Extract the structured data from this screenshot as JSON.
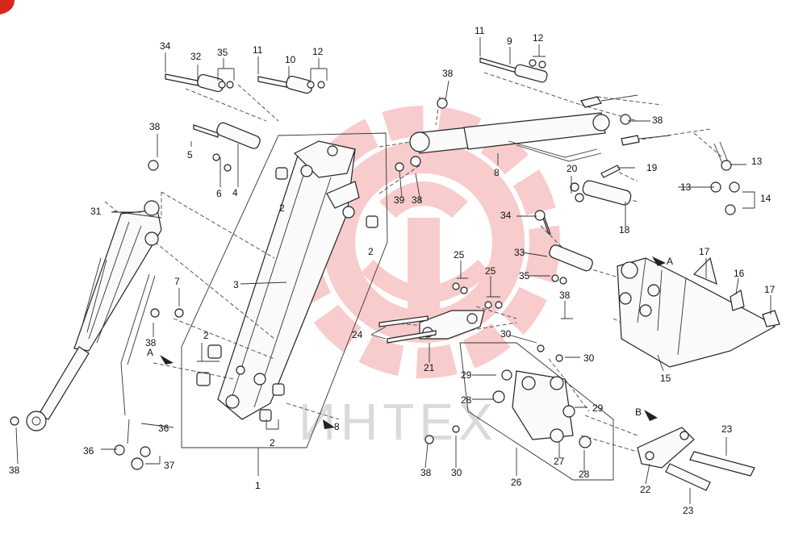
{
  "watermark": {
    "text": "ИНТЕХ",
    "color": "#e84a4a"
  },
  "views": {
    "a": "A",
    "b": "B"
  },
  "callouts": {
    "c1": "1",
    "c2a": "2",
    "c2b": "2",
    "c2c": "2",
    "c2d": "2",
    "c3": "3",
    "c4": "4",
    "c5": "5",
    "c6": "6",
    "c7": "7",
    "c8a": "8",
    "c8b": "8",
    "c9": "9",
    "c10": "10",
    "c11a": "11",
    "c11b": "11",
    "c12a": "12",
    "c12b": "12",
    "c13a": "13",
    "c13b": "13",
    "c14": "14",
    "c15": "15",
    "c16": "16",
    "c17a": "17",
    "c17b": "17",
    "c18": "18",
    "c19": "19",
    "c20": "20",
    "c21": "21",
    "c22": "22",
    "c23a": "23",
    "c23b": "23",
    "c24": "24",
    "c25a": "25",
    "c25b": "25",
    "c26": "26",
    "c27": "27",
    "c28a": "28",
    "c28b": "28",
    "c29a": "29",
    "c29b": "29",
    "c30a": "30",
    "c30b": "30",
    "c30c": "30",
    "c31": "31",
    "c32": "32",
    "c33": "33",
    "c34a": "34",
    "c34b": "34",
    "c35a": "35",
    "c35b": "35",
    "c36a": "36",
    "c36b": "36",
    "c37": "37",
    "c38a": "38",
    "c38b": "38",
    "c38c": "38",
    "c38d": "38",
    "c38e": "38",
    "c38f": "38",
    "c38g": "38",
    "c38h": "38",
    "c39": "39"
  }
}
